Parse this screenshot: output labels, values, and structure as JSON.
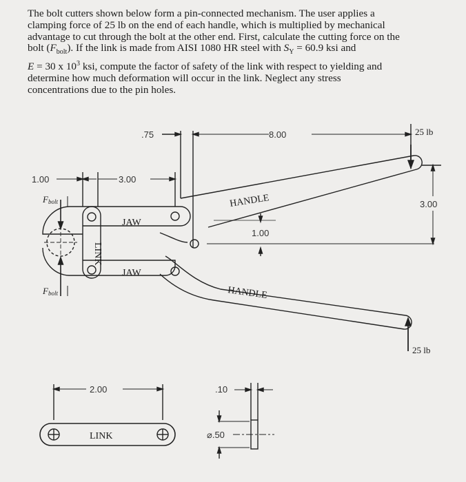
{
  "problem": {
    "line1": "The bolt cutters shown below form a pin-connected mechanism. The user applies a",
    "line2": "clamping force of 25 lb on the end of each handle, which is multiplied by mechanical",
    "line3": "advantage to cut through the bolt at the other end. First, calculate the cutting force on the",
    "line4_a": "bolt (",
    "line4_F": "F",
    "line4_sub": "bolt",
    "line4_b": "). If the link is made from AISI 1080 HR steel with ",
    "line4_S": "S",
    "line4_Ssub": "Y",
    "line4_c": " = 60.9 ksi and",
    "line5_E": "E",
    "line5_a": " = 30 x 10",
    "line5_sup": "3",
    "line5_b": " ksi, compute the factor of safety of the link with respect to yielding and",
    "line6": "determine how much deformation will occur in the link. Neglect any stress",
    "line7": "concentrations due to the pin holes."
  },
  "figure": {
    "dims": {
      "d075": ".75",
      "d800": "8.00",
      "d100_left": "1.00",
      "d300_top": "3.00",
      "d100_mid": "1.00",
      "d300_right": "3.00",
      "d200": "2.00",
      "d010": ".10",
      "d050": "⌀.50"
    },
    "labels": {
      "handle_top": "HANDLE",
      "handle_bottom": "HANDLE",
      "jaw_top": "JAW",
      "jaw_bottom": "JAW",
      "link_vertical": "LINK",
      "link_detail": "LINK"
    },
    "forces": {
      "top_handle": "25 lb",
      "bottom_handle": "25 lb",
      "fbolt_top_F": "F",
      "fbolt_top_sub": "bolt",
      "fbolt_bottom_F": "F",
      "fbolt_bottom_sub": "bolt"
    }
  }
}
